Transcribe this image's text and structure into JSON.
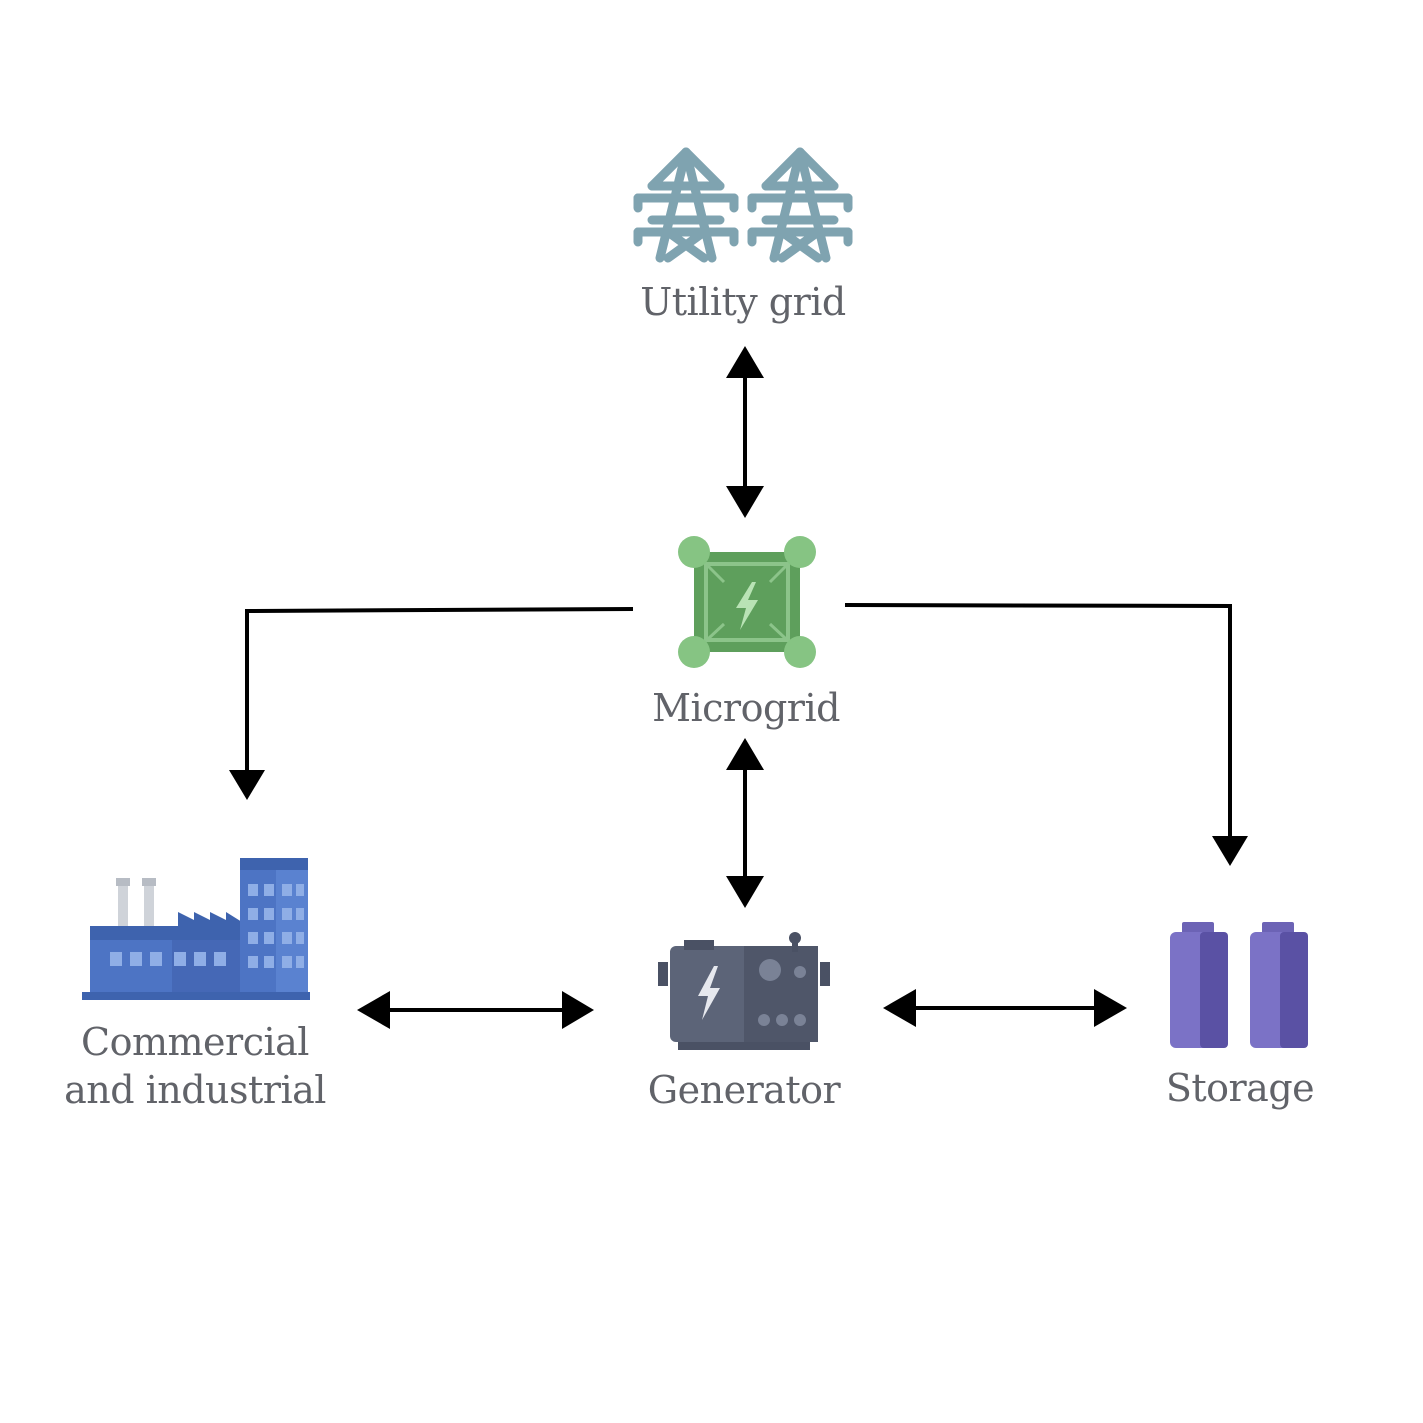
{
  "nodes": {
    "utility_grid": {
      "label": "Utility grid",
      "icon": "power-tower-icon",
      "color": "#7FA3B0"
    },
    "microgrid": {
      "label": "Microgrid",
      "icon": "microgrid-icon",
      "color": "#5E9F5C"
    },
    "commercial": {
      "label_line1": "Commercial",
      "label_line2": "and industrial",
      "icon": "factory-icon",
      "color": "#4D74C4"
    },
    "generator": {
      "label": "Generator",
      "icon": "generator-icon",
      "color": "#5C6478"
    },
    "storage": {
      "label": "Storage",
      "icon": "battery-icon",
      "color": "#6C63B5"
    }
  },
  "connections": [
    {
      "from": "utility_grid",
      "to": "microgrid",
      "direction": "both"
    },
    {
      "from": "microgrid",
      "to": "commercial",
      "direction": "forward"
    },
    {
      "from": "microgrid",
      "to": "storage",
      "direction": "forward"
    },
    {
      "from": "microgrid",
      "to": "generator",
      "direction": "both"
    },
    {
      "from": "commercial",
      "to": "generator",
      "direction": "both"
    },
    {
      "from": "generator",
      "to": "storage",
      "direction": "both"
    }
  ]
}
